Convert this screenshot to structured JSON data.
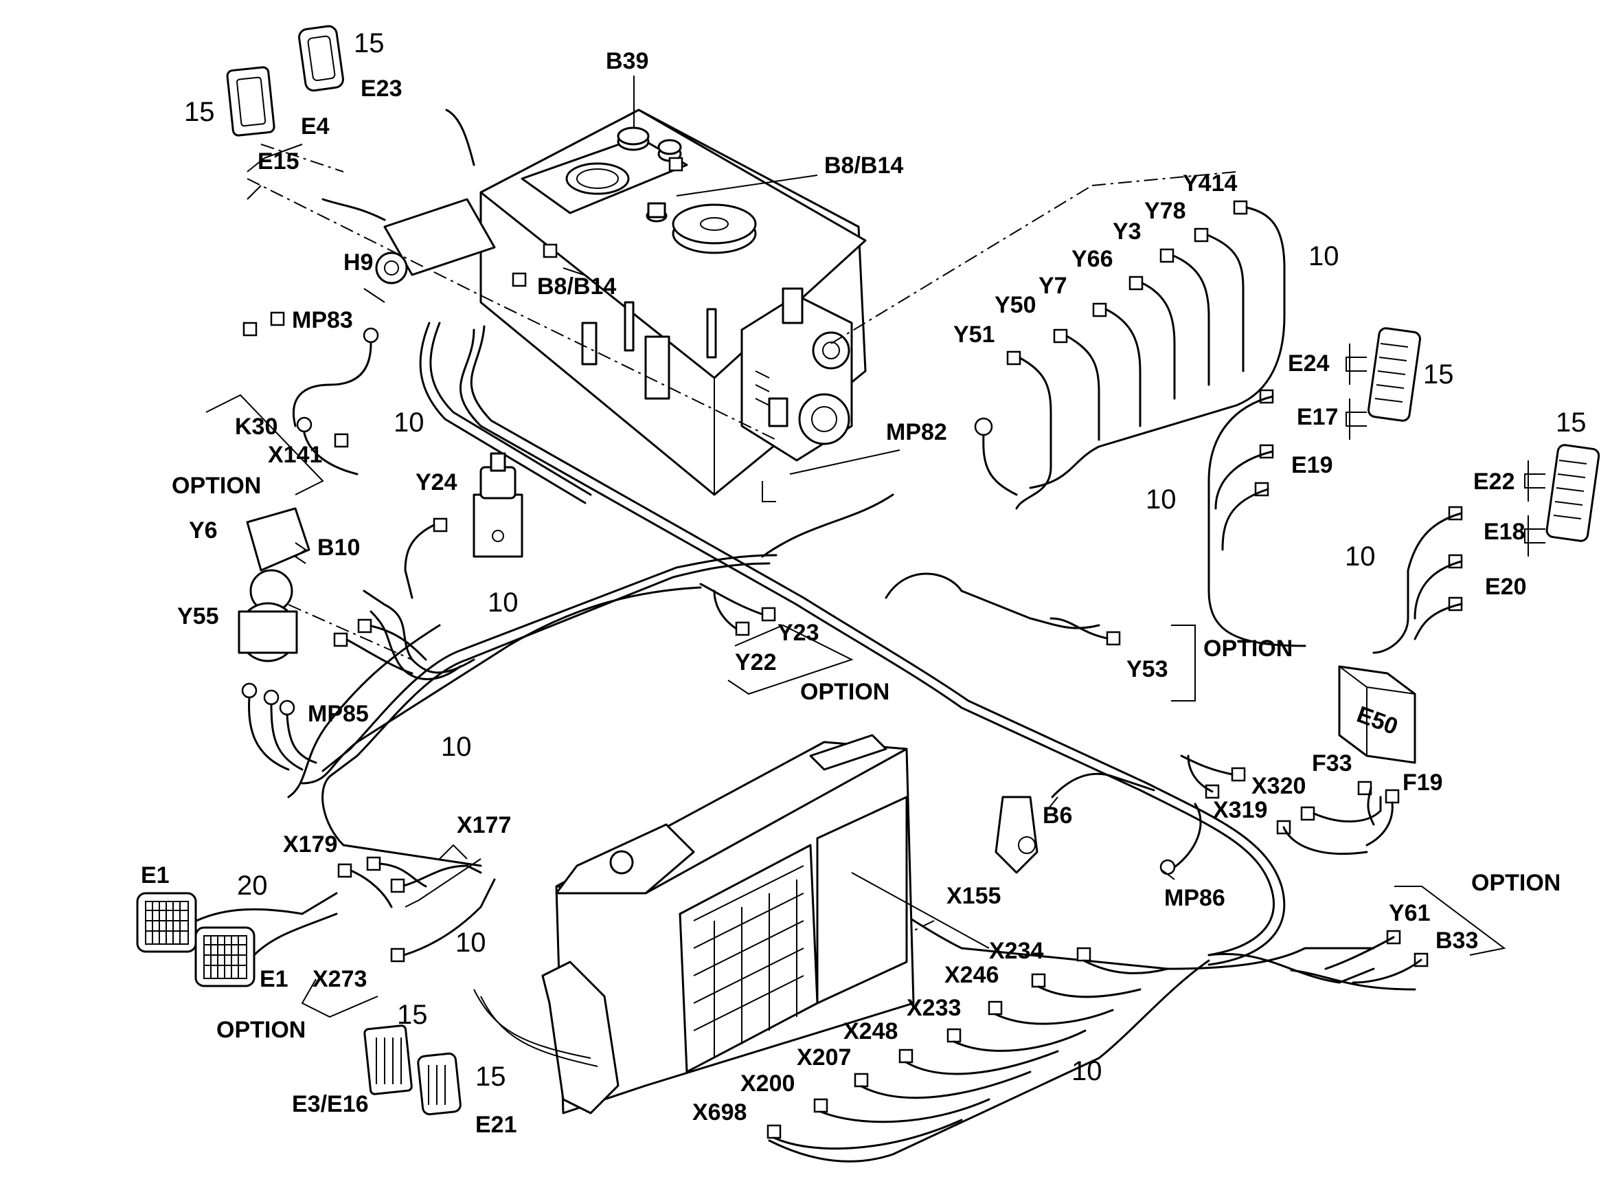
{
  "parts": {
    "b39": "B39",
    "b8b14_top": "B8/B14",
    "b8b14_mid": "B8/B14",
    "e23": "E23",
    "e4": "E4",
    "e15": "E15",
    "h9": "H9",
    "mp83": "MP83",
    "k30": "K30",
    "x141": "X141",
    "y24": "Y24",
    "y6": "Y6",
    "b10": "B10",
    "y55": "Y55",
    "mp85": "MP85",
    "y23": "Y23",
    "y22": "Y22",
    "mp82": "MP82",
    "y414": "Y414",
    "y78": "Y78",
    "y3": "Y3",
    "y66": "Y66",
    "y7": "Y7",
    "y50": "Y50",
    "y51": "Y51",
    "e24": "E24",
    "e17": "E17",
    "e19": "E19",
    "e22": "E22",
    "e18": "E18",
    "e20": "E20",
    "y53": "Y53",
    "e50": "E50",
    "f33": "F33",
    "f19": "F19",
    "x320": "X320",
    "x319": "X319",
    "b6": "B6",
    "mp86": "MP86",
    "x155": "X155",
    "x234": "X234",
    "x246": "X246",
    "x233": "X233",
    "x248": "X248",
    "x207": "X207",
    "x200": "X200",
    "x698": "X698",
    "y61": "Y61",
    "b33": "B33",
    "x179": "X179",
    "x177": "X177",
    "x273": "X273",
    "e1_top": "E1",
    "e1_bottom": "E1",
    "e3e16": "E3/E16",
    "e21": "E21"
  },
  "item_numbers": {
    "n15_e23": "15",
    "n15_e4": "15",
    "n10_k30": "10",
    "n10_y24": "10",
    "n10_mp85": "10",
    "n10_y414": "10",
    "n15_e24": "15",
    "n15_e22": "15",
    "n10_e19": "10",
    "n10_e18": "10",
    "n20_e1": "20",
    "n10_x273": "10",
    "n15_e3": "15",
    "n15_e21": "15",
    "n10_bottom": "10"
  },
  "options": {
    "opt_k30": "OPTION",
    "opt_y23": "OPTION",
    "opt_y53": "OPTION",
    "opt_e1": "OPTION",
    "opt_y61": "OPTION"
  }
}
